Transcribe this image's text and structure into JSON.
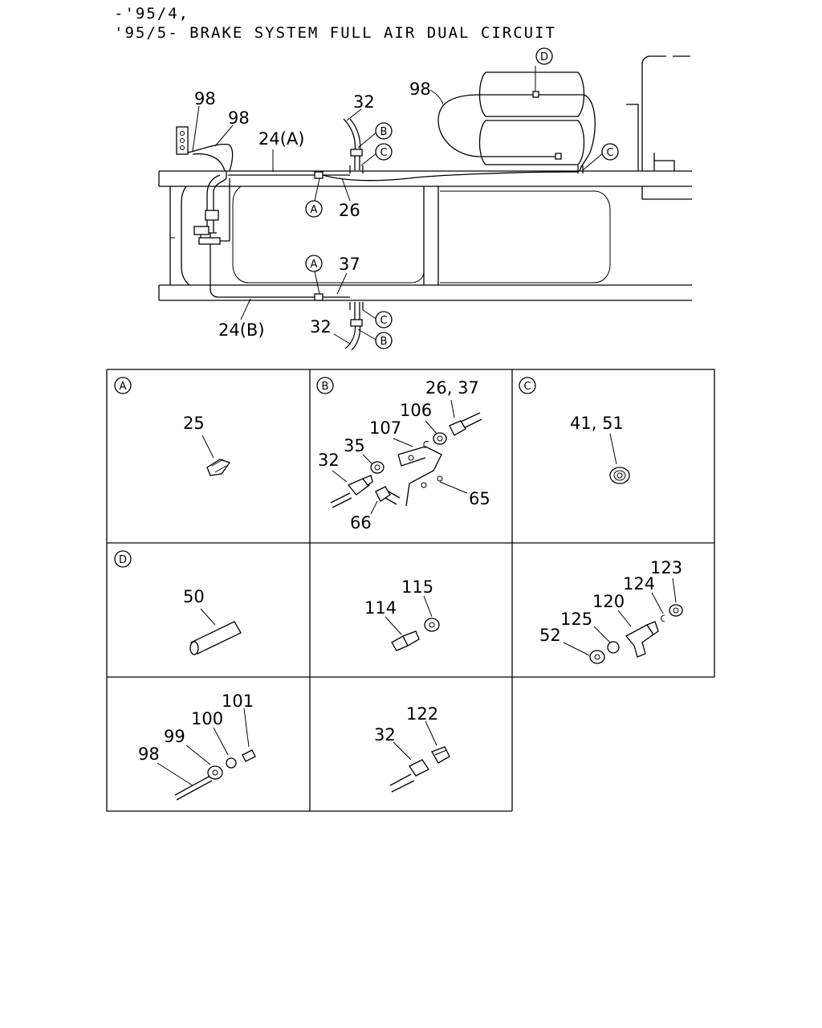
{
  "header": {
    "line1": "-'95/4,",
    "line2": "'95/5- BRAKE SYSTEM FULL AIR DUAL CIRCUIT"
  },
  "overview": {
    "labels": [
      "98",
      "98",
      "24(A)",
      "32",
      "98",
      "26",
      "37",
      "24(B)",
      "32"
    ],
    "callouts": [
      "D",
      "B",
      "C",
      "C",
      "A",
      "A",
      "C",
      "B"
    ]
  },
  "panels": [
    {
      "id": "A",
      "marker": "A",
      "labels": [
        "25"
      ]
    },
    {
      "id": "B",
      "marker": "B",
      "labels": [
        "26, 37",
        "106",
        "107",
        "35",
        "32",
        "65",
        "66"
      ]
    },
    {
      "id": "C",
      "marker": "C",
      "labels": [
        "41, 51"
      ]
    },
    {
      "id": "D",
      "marker": "D",
      "labels": [
        "50"
      ]
    },
    {
      "id": "E",
      "marker": "",
      "labels": [
        "115",
        "114"
      ]
    },
    {
      "id": "F",
      "marker": "",
      "labels": [
        "123",
        "124",
        "120",
        "125",
        "52"
      ]
    },
    {
      "id": "G",
      "marker": "",
      "labels": [
        "101",
        "100",
        "99",
        "98"
      ]
    },
    {
      "id": "H",
      "marker": "",
      "labels": [
        "122",
        "32"
      ]
    }
  ]
}
